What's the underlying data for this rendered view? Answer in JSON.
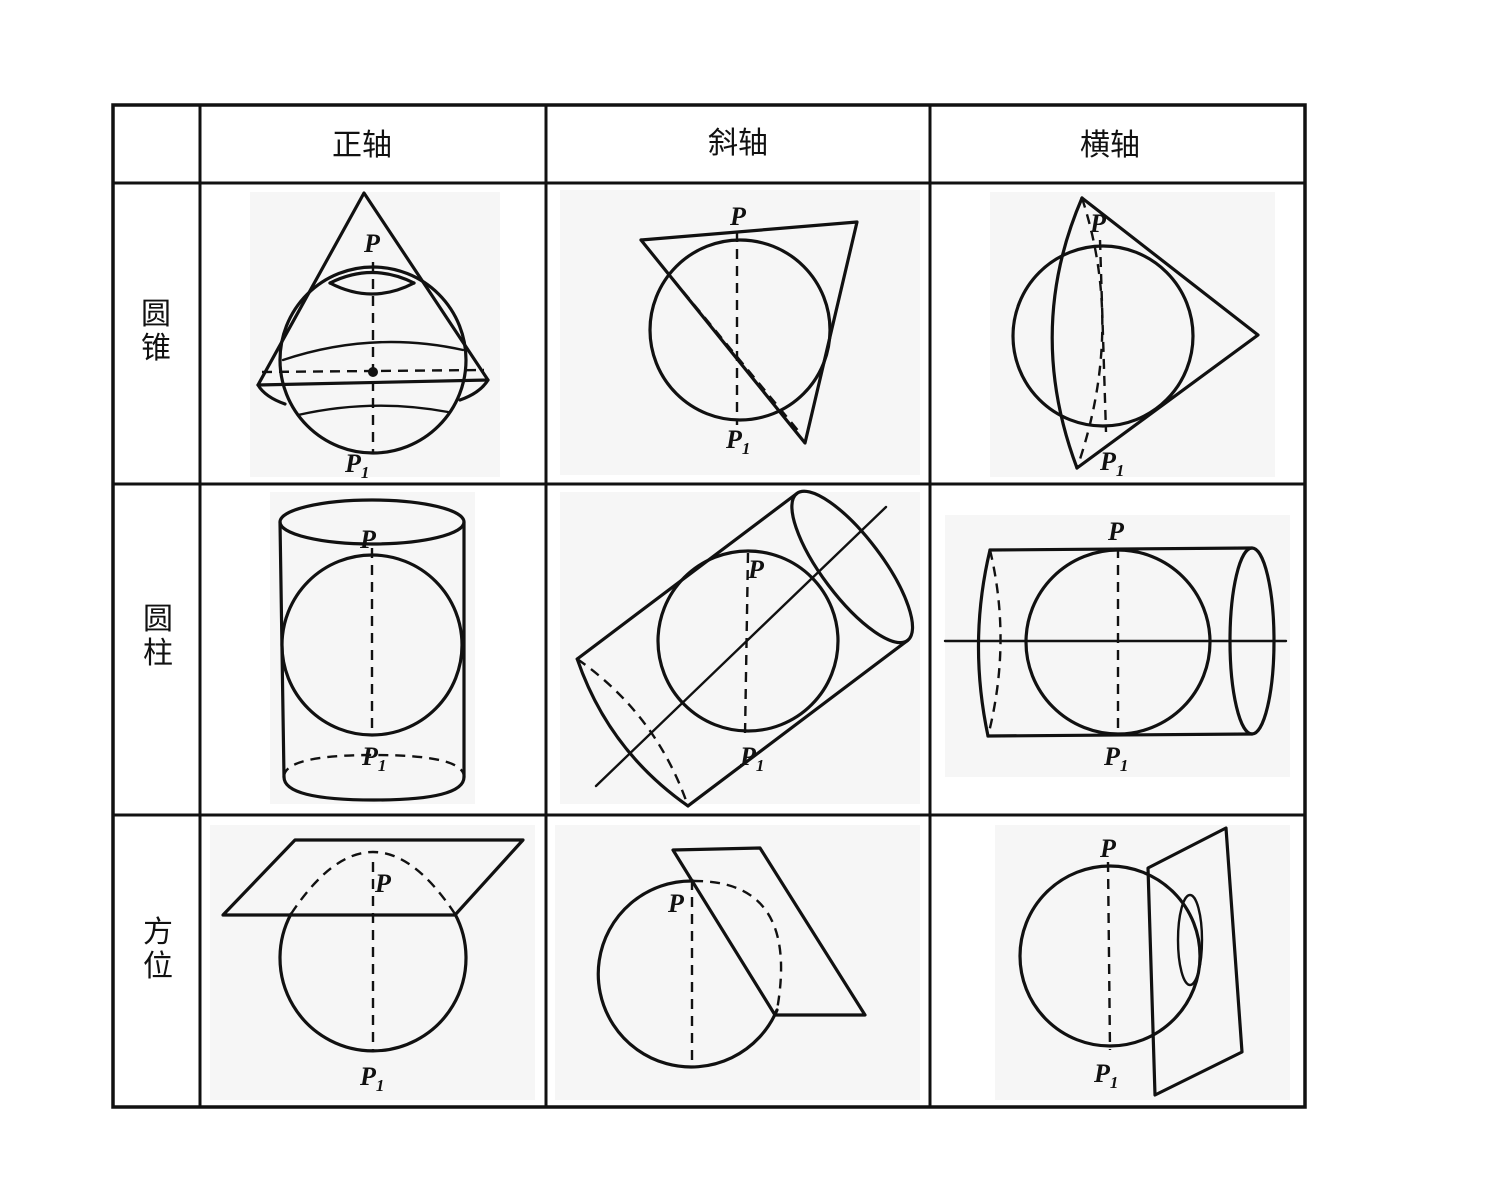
{
  "table": {
    "col_headers": [
      "正轴",
      "斜轴",
      "横轴"
    ],
    "row_headers": [
      {
        "c1": "圆",
        "c2": "锥"
      },
      {
        "c1": "圆",
        "c2": "柱"
      },
      {
        "c1": "方",
        "c2": "位"
      }
    ]
  },
  "labels": {
    "pole": "P",
    "pole1": "P",
    "pole1_sub": "1"
  }
}
